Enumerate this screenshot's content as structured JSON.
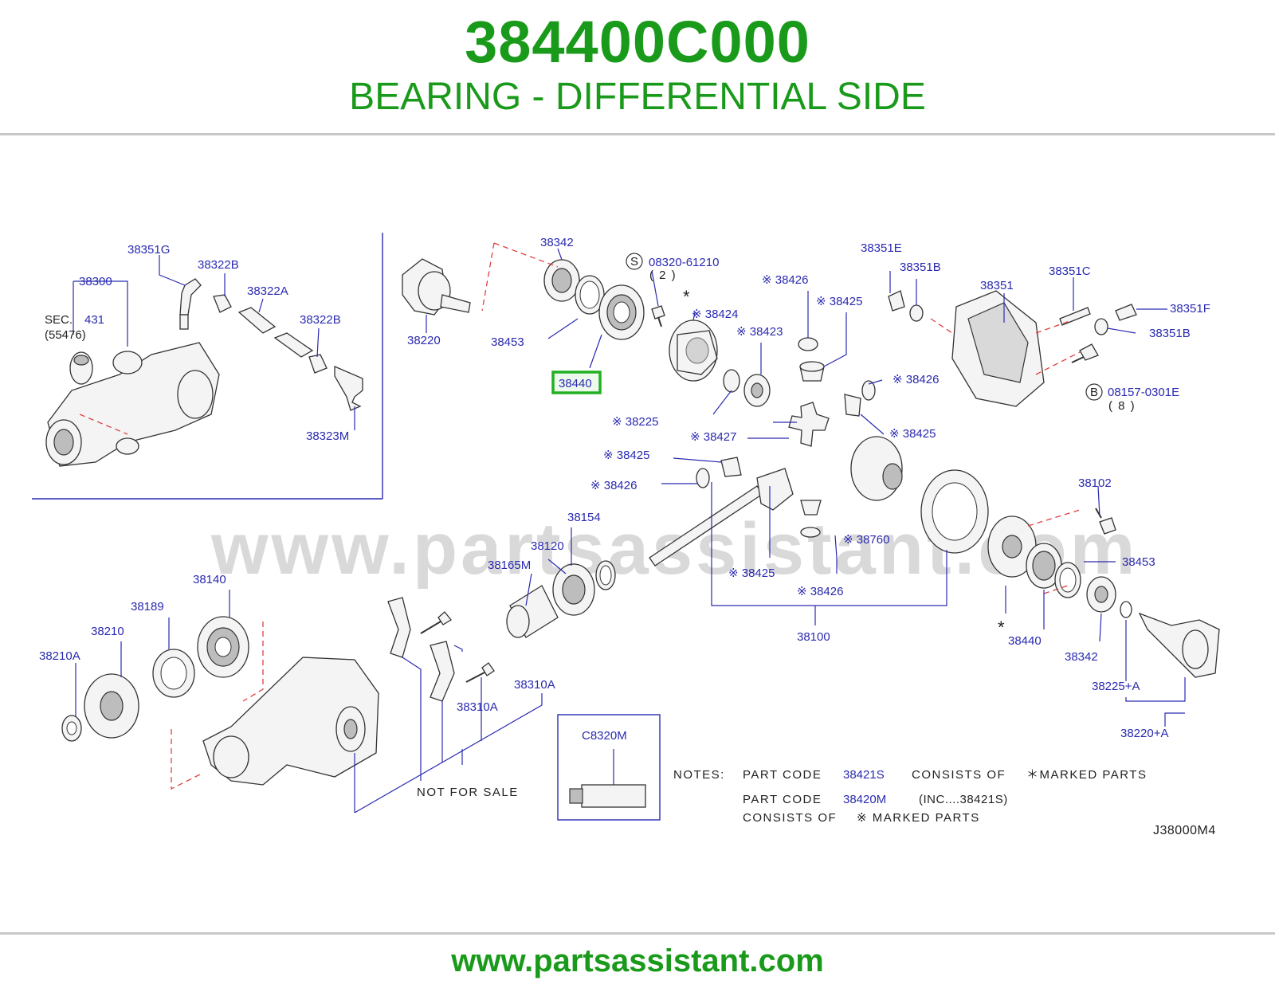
{
  "header": {
    "part_number": "384400C000",
    "part_name": "BEARING - DIFFERENTIAL SIDE"
  },
  "watermark": "www.partsassistant.com",
  "footer": {
    "url": "www.partsassistant.com"
  },
  "highlight_color": "#22b022",
  "title_color": "#1a9a1a",
  "diagram": {
    "highlighted_label": "38440",
    "labels": {
      "l38351G": "38351G",
      "l38322B_1": "38322B",
      "l38300": "38300",
      "l38322A": "38322A",
      "sec": "SEC.",
      "sec_num": "431",
      "sec_sub": "(55476)",
      "l38322B_2": "38322B",
      "l38323M": "38323M",
      "l38342_top": "38342",
      "s_circle": "S",
      "l08320": "08320-61210",
      "qty2": "( 2 )",
      "l38220": "38220",
      "l38453_top": "38453",
      "l38424": "※ 38424",
      "l38423": "※ 38423",
      "l38426_a": "※ 38426",
      "l38425_a": "※ 38425",
      "l38351E": "38351E",
      "l38351B_1": "38351B",
      "l38351": "38351",
      "l38351C": "38351C",
      "l38351F": "38351F",
      "l38351B_2": "38351B",
      "b_circle": "B",
      "l08157": "08157-0301E",
      "qty8": "( 8 )",
      "l38426_b": "※ 38426",
      "l38225": "※ 38225",
      "l38427": "※ 38427",
      "l38425_b": "※ 38425",
      "l38425_c": "※ 38425",
      "l38426_c": "※ 38426",
      "l38154": "38154",
      "l38120": "38120",
      "l38165M": "38165M",
      "l38760": "※ 38760",
      "l38102": "38102",
      "l38453_r": "38453",
      "l38425_d": "※ 38425",
      "l38426_d": "※ 38426",
      "l38100": "38100",
      "l38440_b": "38440",
      "l38342_b": "38342",
      "l38225A": "38225+A",
      "l38220A": "38220+A",
      "l38140": "38140",
      "l38189": "38189",
      "l38210": "38210",
      "l38210A": "38210A",
      "l38310A_1": "38310A",
      "l38310A_2": "38310A",
      "not_for_sale": "NOT FOR SALE",
      "c8320m": "C8320M",
      "star_1": "*",
      "star_2": "*"
    },
    "notes": {
      "notes_label": "NOTES:",
      "line1_a": "PART CODE",
      "line1_code": "38421S",
      "line1_b": "CONSISTS OF",
      "line1_c": "＊MARKED PARTS",
      "line2_a": "PART CODE",
      "line2_code": "38420M",
      "line2_b": "(INC....38421S)",
      "line3_a": "CONSISTS OF",
      "line3_b": "※ MARKED PARTS"
    },
    "diagram_code": "J38000M4"
  }
}
